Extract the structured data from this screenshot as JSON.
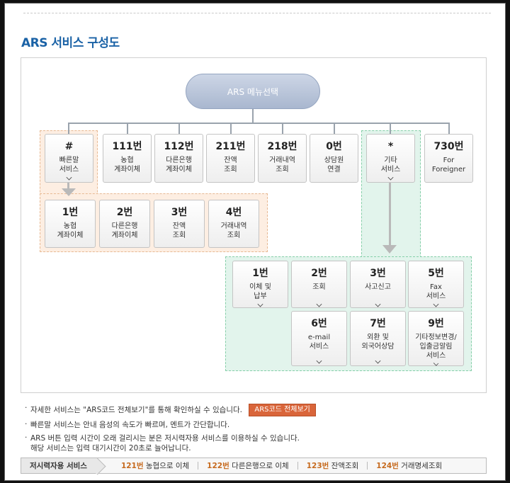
{
  "title": "ARS 서비스 구성도",
  "hub": "ARS 메뉴선택",
  "top_boxes": [
    {
      "num": "#",
      "desc": "빠른말\n서비스",
      "chev": true
    },
    {
      "num": "111번",
      "desc": "농협\n계좌이체",
      "chev": false
    },
    {
      "num": "112번",
      "desc": "다른은행\n계좌이체",
      "chev": false
    },
    {
      "num": "211번",
      "desc": "잔액\n조회",
      "chev": false
    },
    {
      "num": "218번",
      "desc": "거래내역\n조회",
      "chev": false
    },
    {
      "num": "0번",
      "desc": "상담원\n연결",
      "chev": false
    },
    {
      "num": "*",
      "desc": "기타\n서비스",
      "chev": true
    },
    {
      "num": "730번",
      "desc": "For\nForeigner",
      "chev": false
    }
  ],
  "quick_boxes": [
    {
      "num": "1번",
      "desc": "농협\n계좌이체"
    },
    {
      "num": "2번",
      "desc": "다른은행\n계좌이체"
    },
    {
      "num": "3번",
      "desc": "잔액\n조회"
    },
    {
      "num": "4번",
      "desc": "거래내역\n조회"
    }
  ],
  "etc_boxes": [
    {
      "num": "1번",
      "desc": "이체 및\n납부"
    },
    {
      "num": "2번",
      "desc": "조회"
    },
    {
      "num": "3번",
      "desc": "사고신고"
    },
    {
      "num": "5번",
      "desc": "Fax\n서비스"
    },
    {
      "num": "6번",
      "desc": "e-mail\n서비스"
    },
    {
      "num": "7번",
      "desc": "외환 및\n외국어상담"
    },
    {
      "num": "9번",
      "desc": "기타정보변경/\n입출금알림\n서비스"
    }
  ],
  "notes": {
    "n1": "자세한 서비스는 \"ARS코드 전체보기\"를 통해 확인하실 수 있습니다.",
    "btn": "ARS코드 전체보기",
    "n2": "빠른말 서비스는 안내 음성의 속도가 빠르며, 멘트가 간단합니다.",
    "n3": "ARS 버튼 입력 시간이 오래 걸리시는 분은 저시력자용 서비스를 이용하실 수 있습니다.",
    "n4": "해당 서비스는 입력 대기시간이 20초로 늘어납니다."
  },
  "bottom": {
    "label": "저시력자용 서비스",
    "items": [
      {
        "code": "121번",
        "text": " 농협으로 이체"
      },
      {
        "code": "122번",
        "text": " 다른은행으로 이체"
      },
      {
        "code": "123번",
        "text": " 잔액조회"
      },
      {
        "code": "124번",
        "text": " 거래명세조회"
      }
    ]
  }
}
